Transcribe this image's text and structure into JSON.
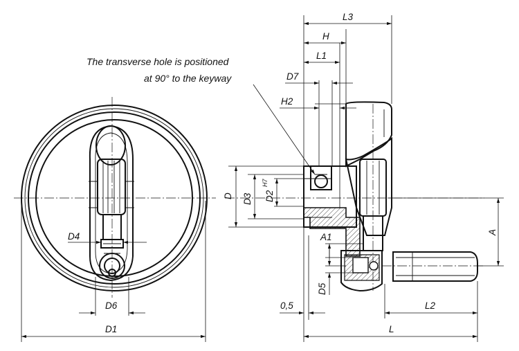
{
  "note": {
    "line1": "The transverse hole is positioned",
    "line2": "at 90° to the keyway"
  },
  "dimensions": {
    "L3": "L3",
    "H": "H",
    "L1": "L1",
    "D7": "D7",
    "H2": "H2",
    "D": "D",
    "D3": "D3",
    "D2": "D2",
    "D2_tolerance": "H7",
    "A": "A",
    "A1": "A1",
    "D5": "D5",
    "zero_five": "0,5",
    "L2": "L2",
    "L": "L",
    "D4": "D4",
    "D6": "D6",
    "D1": "D1"
  }
}
